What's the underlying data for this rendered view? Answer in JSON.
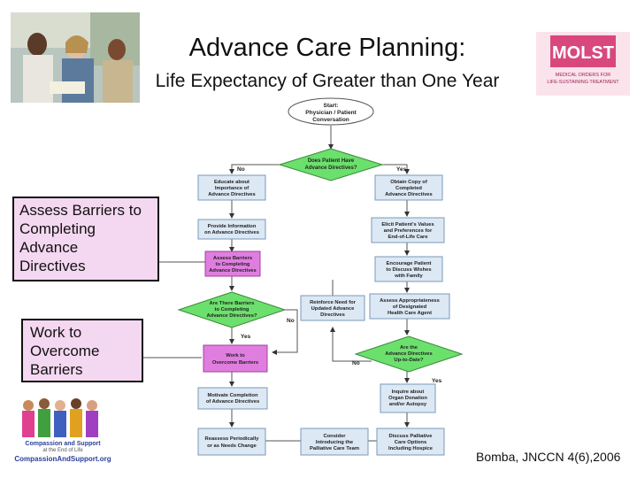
{
  "slide": {
    "title": "Advance Care Planning:",
    "subtitle": "Life Expectancy of Greater than One Year",
    "citation": "Bomba, JNCCN 4(6),2006"
  },
  "callouts": {
    "barriers": [
      "Assess Barriers to",
      "Completing",
      "Advance",
      "Directives"
    ],
    "overcome": [
      "Work to",
      "Overcome",
      "Barriers"
    ]
  },
  "molst": {
    "logo": "MOLST",
    "line1": "MEDICAL ORDERS FOR",
    "line2": "LIFE-SUSTAINING TREATMENT"
  },
  "cs_logo": {
    "line1": "Compassion and Support",
    "line2": "at the End of Life",
    "line3": "CompassionAndSupport.org"
  },
  "flow": {
    "start": [
      "Start:",
      "Physician / Patient",
      "Conversation"
    ],
    "d1": [
      "Does Patient Have",
      "Advance Directives?"
    ],
    "no": "No",
    "yes": "Yes",
    "educate": [
      "Educate about",
      "Importance of",
      "Advance Directives"
    ],
    "copy": [
      "Obtain Copy of",
      "Completed",
      "Advance Directives"
    ],
    "provide": [
      "Provide Information",
      "on Advance Directives"
    ],
    "elicit": [
      "Elicit Patient's Values",
      "and Preferences for",
      "End-of-Life Care"
    ],
    "assess": [
      "Assess Barriers",
      "to Completing",
      "Advance Directives"
    ],
    "encourage": [
      "Encourage Patient",
      "to Discuss Wishes",
      "with Family"
    ],
    "d2": [
      "Are There Barriers",
      "to Completing",
      "Advance Directives?"
    ],
    "reinforce": [
      "Reinforce Need for",
      "Updated Advance",
      "Directives"
    ],
    "agent": [
      "Assess Appropriateness",
      "of Designated",
      "Health Care Agent"
    ],
    "work": [
      "Work to",
      "Overcome Barriers"
    ],
    "d3": [
      "Are the",
      "Advance Directives",
      "Up-to-Date?"
    ],
    "motivate": [
      "Motivate Completion",
      "of Advance Directives"
    ],
    "organ": [
      "Inquire about",
      "Organ Donation",
      "and/or Autopsy"
    ],
    "reassess": [
      "Reassess Periodically",
      "or as Needs Change"
    ],
    "palliative_team": [
      "Consider",
      "Introducing the",
      "Palliative Care Team"
    ],
    "palliative_opts": [
      "Discuss Palliative",
      "Care Options",
      "Including Hospice"
    ]
  },
  "colors": {
    "box": "#dce8f4",
    "pink_box": "#e07ee0",
    "diamond": "#6ce06c",
    "callout": "#f4d7f1",
    "molst_bg": "#d9487c"
  }
}
